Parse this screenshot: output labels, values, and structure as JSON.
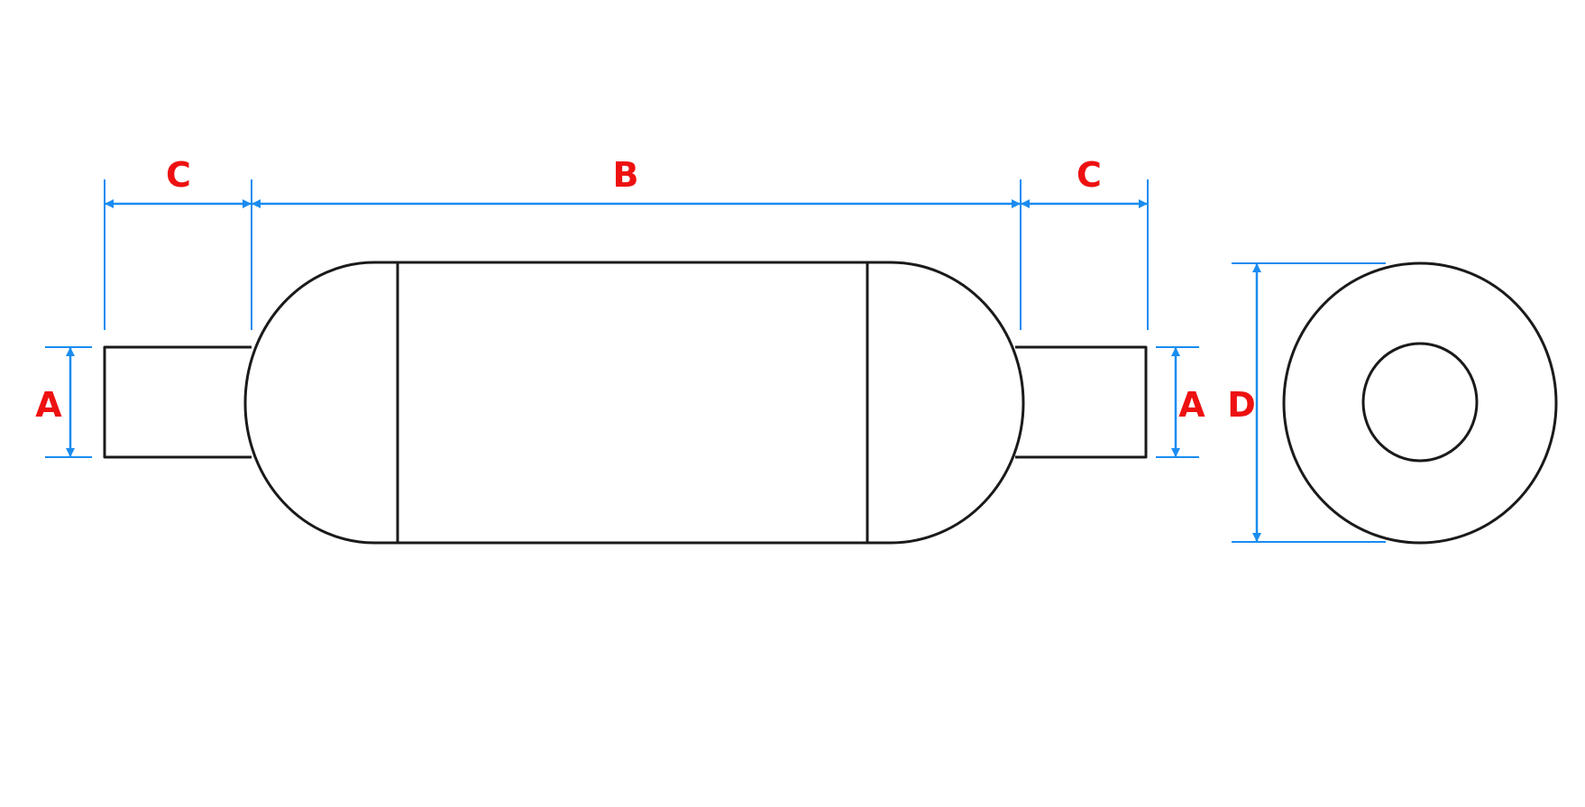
{
  "colors": {
    "background": "#ffffff",
    "outline": "#1a1a1a",
    "dimension_line": "#1a8cf0",
    "label": "#ee1111"
  },
  "labels": {
    "a_left": "A",
    "c_left": "C",
    "b_middle": "B",
    "c_right": "C",
    "a_right": "A",
    "d_end": "D"
  }
}
